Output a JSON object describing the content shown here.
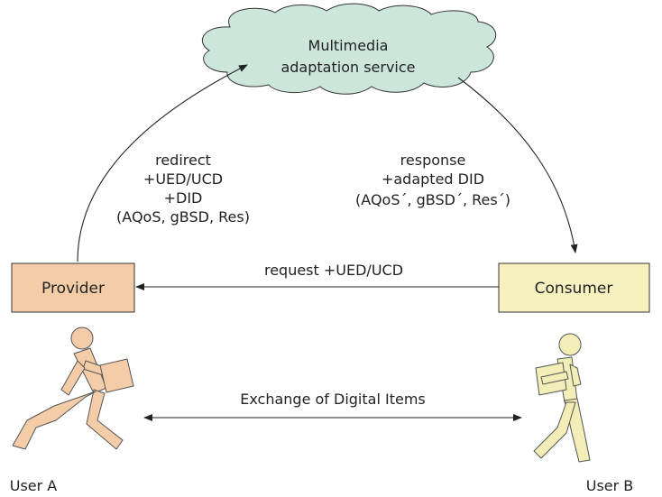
{
  "diagram": {
    "cloud_label": {
      "line1": "Multimedia",
      "line2": "adaptation service"
    },
    "provider_label": "Provider",
    "consumer_label": "Consumer",
    "request_label": "request +UED/UCD",
    "redirect_label": {
      "line1": "redirect",
      "line2": "+UED/UCD",
      "line3": "+DID",
      "line4": "(AQoS, gBSD, Res)"
    },
    "response_label": {
      "line1": "response",
      "line2": "+adapted DID",
      "line3": "(AQoS´, gBSD´, Res´)"
    },
    "exchange_label": "Exchange of Digital Items",
    "user_a_label": "User A",
    "user_b_label": "User B"
  },
  "colors": {
    "cloud_fill": "#cde6dc",
    "provider_fill": "#f4cda8",
    "consumer_fill": "#f7f1c0",
    "user_a_fill": "#f4cda8",
    "user_b_fill": "#f3edb8",
    "line": "#222222"
  }
}
